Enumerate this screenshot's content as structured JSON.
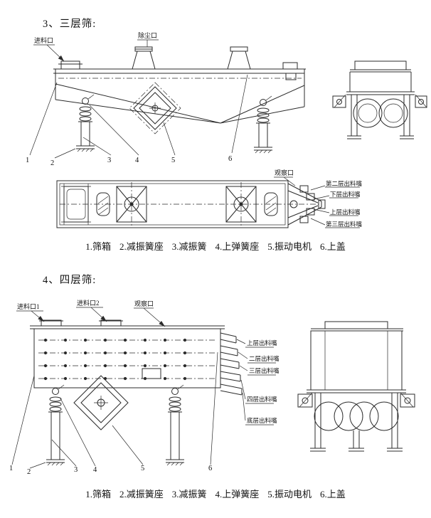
{
  "colors": {
    "ink": "#2b2b2b",
    "paper": "#ffffff"
  },
  "doc": {
    "section3": {
      "title": "3、三层筛:",
      "labels": {
        "feed_inlet": "进料口",
        "dust_port": "除尘口",
        "observe_port": "观察口",
        "outlet_second": "第二层出料嘴",
        "outlet_lower": "下层出料嘴",
        "outlet_upper": "上层出料嘴",
        "outlet_third": "第三层出料嘴"
      },
      "nums": [
        "1",
        "2",
        "3",
        "4",
        "5",
        "6"
      ],
      "caption_parts": [
        "1.筛箱",
        "2.减振簧座",
        "3.减振簧",
        "4.上弹簧座",
        "5.振动电机",
        "6.上盖"
      ]
    },
    "section4": {
      "title": "4、四层筛:",
      "labels": {
        "feed_inlet1": "进料口1",
        "feed_inlet2": "进料口2",
        "observe_port": "观察口",
        "outlet_top": "上层出料嘴",
        "outlet_second": "二层出料嘴",
        "outlet_third": "三层出料嘴",
        "outlet_fourth": "四层出料嘴",
        "outlet_bottom": "底层出料嘴"
      },
      "nums": [
        "1",
        "2",
        "3",
        "4",
        "5",
        "6"
      ],
      "caption_parts": [
        "1.筛箱",
        "2.减振簧座",
        "3.减振簧",
        "4.上弹簧座",
        "5.振动电机",
        "6.上盖"
      ]
    }
  }
}
